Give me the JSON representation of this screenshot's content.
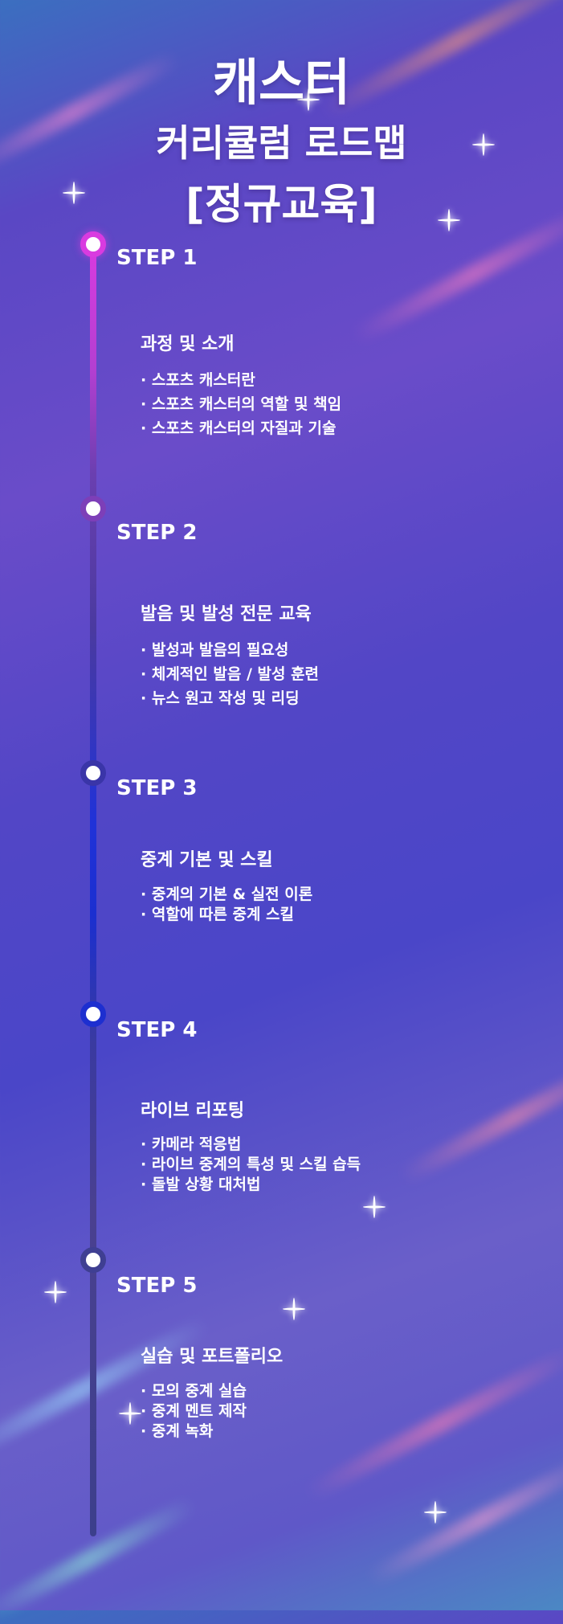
{
  "header": {
    "line1": "캐스터",
    "line2": "커리큘럼 로드맵",
    "line3": "[정규교육]"
  },
  "steps": [
    {
      "label": "STEP 1",
      "title": "과정 및 소개",
      "items": [
        "· 스포츠 캐스터란",
        "· 스포츠 캐스터의 역할 및 책임",
        "· 스포츠 캐스터의 자질과 기술"
      ]
    },
    {
      "label": "STEP 2",
      "title": "발음 및 발성 전문 교육",
      "items": [
        "· 발성과 발음의 필요성",
        "· 체계적인 발음 / 발성 훈련",
        "· 뉴스 원고 작성 및 리딩"
      ]
    },
    {
      "label": "STEP 3",
      "title": "중계 기본 및 스킬",
      "items": [
        "· 중계의 기본 & 실전 이론",
        "· 역할에 따른 중계 스킬"
      ]
    },
    {
      "label": "STEP 4",
      "title": "라이브 리포팅",
      "items": [
        "· 카메라 적응법",
        "· 라이브 중계의 특성 및 스킬 습득",
        "· 돌발 상황 대처법"
      ]
    },
    {
      "label": "STEP 5",
      "title": "실습 및 포트폴리오",
      "items": [
        "· 모의 중계 실습",
        "· 중계 멘트 제작",
        "· 중계 녹화"
      ]
    }
  ],
  "colors": {
    "accent_pink": "#d93be0",
    "accent_blue": "#1d2fd0",
    "text": "#ffffff"
  }
}
